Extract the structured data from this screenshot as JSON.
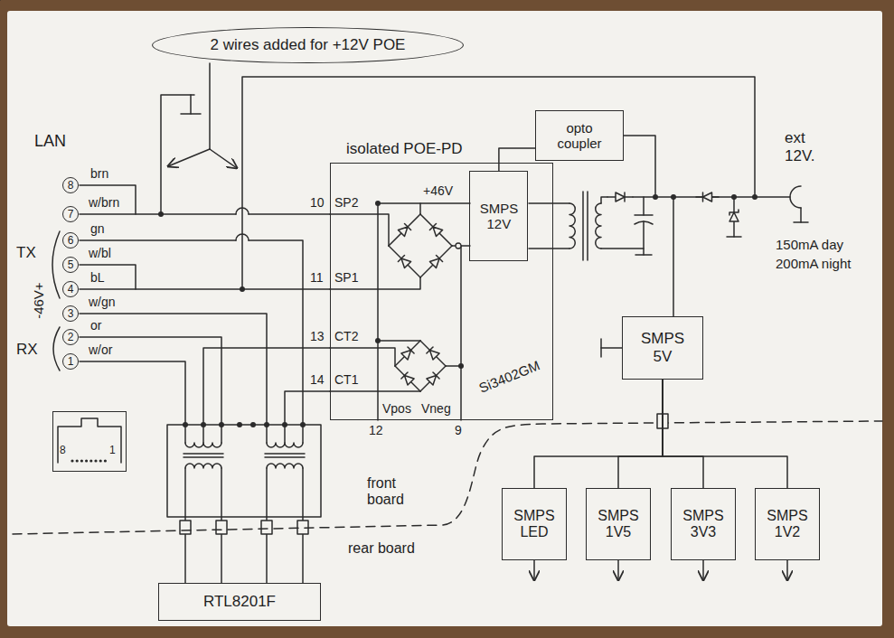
{
  "diagram": {
    "nodes": [
      {
        "text": [
          "2 wires added for +12V POE"
        ]
      },
      {
        "text": [
          "8",
          "1"
        ]
      },
      {
        "text": [
          "isolated POE-PD"
        ]
      },
      {
        "text": [
          "SMPS 12V"
        ],
        "in": 2
      },
      {
        "text": [
          "opto coupler"
        ]
      },
      {
        "text": [
          "SMPS 5V"
        ]
      },
      {
        "text": [
          "SMPS LED"
        ]
      },
      {
        "text": [
          "SMPS 1V5"
        ]
      },
      {
        "text": [
          "SMPS 3V3"
        ]
      },
      {
        "text": [
          "SMPS 1V2"
        ]
      },
      {
        "text": [
          "RTL8201F"
        ]
      }
    ],
    "edges": [
      {
        "from": 4,
        "to": 3,
        "arrow": "none"
      },
      {
        "from": 5,
        "to": 6,
        "arrow": "none"
      },
      {
        "from": 5,
        "to": 7,
        "arrow": "none"
      },
      {
        "from": 5,
        "to": 8,
        "arrow": "none"
      },
      {
        "from": 5,
        "to": 9,
        "arrow": "none"
      }
    ],
    "labels": [
      "LAN",
      "8",
      "brn",
      "7",
      "w/brn",
      "6",
      "gn",
      "5",
      "w/bl",
      "4",
      "bL",
      "3",
      "w/gn",
      "2",
      "or",
      "1",
      "w/or",
      "TX",
      "RX",
      "-46V+",
      "10",
      "SP2",
      "11",
      "SP1",
      "13",
      "CT2",
      "14",
      "CT1",
      "+46V",
      "Si3402GM",
      "Vpos",
      "12",
      "Vneg",
      "9",
      "ext 12V.",
      "150mA day",
      "200mA night",
      "front board",
      "rear board"
    ]
  }
}
